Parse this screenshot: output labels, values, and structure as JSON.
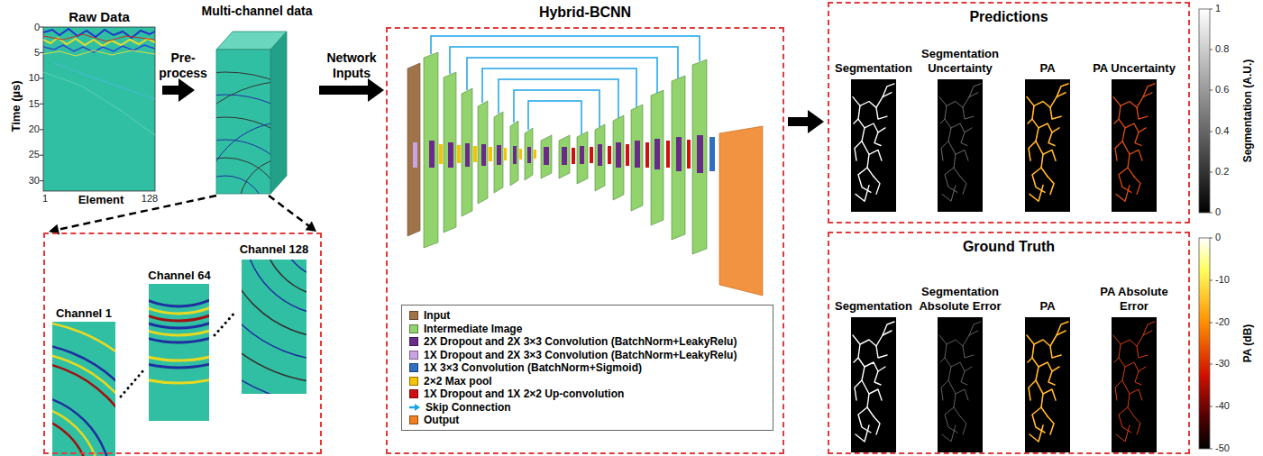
{
  "diagram": {
    "nodes": [
      {
        "text": [
          "Raw Data"
        ]
      },
      {
        "text": [
          "Multi-channel data"
        ]
      },
      {
        "text": []
      },
      {
        "text": [
          "Channel 1"
        ],
        "in": 2
      },
      {
        "text": [
          "Channel 64"
        ],
        "in": 2
      },
      {
        "text": [
          "Channel 128"
        ],
        "in": 2
      },
      {
        "text": [
          "Hybrid-BCNN"
        ]
      },
      {
        "text": [
          "Predictions"
        ]
      },
      {
        "text": [
          "Segmentation"
        ],
        "in": 7
      },
      {
        "text": [
          "Segmentation Uncertainty"
        ],
        "in": 7
      },
      {
        "text": [
          "PA"
        ],
        "in": 7
      },
      {
        "text": [
          "PA Uncertainty"
        ],
        "in": 7
      },
      {
        "text": [
          "Ground Truth"
        ]
      },
      {
        "text": [
          "Segmentation"
        ],
        "in": 12
      },
      {
        "text": [
          "Segmentation Absolute Error"
        ],
        "in": 12
      },
      {
        "text": [
          "PA"
        ],
        "in": 12
      },
      {
        "text": [
          "PA Absolute Error"
        ],
        "in": 12
      }
    ],
    "edges": [
      {
        "from": 0,
        "to": 1,
        "label": "Pre-process",
        "arrow": "to"
      },
      {
        "from": 1,
        "to": 6,
        "label": "Network Inputs",
        "arrow": "to"
      },
      {
        "from": 6,
        "to": 7,
        "arrow": "to"
      },
      {
        "from": 1,
        "to": 2,
        "arrow": "to"
      },
      {
        "from": 1,
        "to": 2,
        "arrow": "to"
      }
    ],
    "labels": [
      "Time (µs)",
      "0",
      "5",
      "10",
      "15",
      "20",
      "25",
      "30",
      "Element",
      "1",
      "128",
      "1",
      "0.8",
      "0.6",
      "0.4",
      "0.2",
      "0",
      "Segmentation (A.U.)",
      "0",
      "-10",
      "-20",
      "-30",
      "-40",
      "-50",
      "PA (dB)"
    ],
    "legend": [
      {
        "text": "Input",
        "color": "#a0744a"
      },
      {
        "text": "Intermediate Image",
        "color": "#92d36e"
      },
      {
        "text": "2X Dropout and 2X 3×3 Convolution (BatchNorm+LeakyRelu)",
        "color": "#6a2a8a"
      },
      {
        "text": "1X Dropout and 2X 3×3 Convolution (BatchNorm+LeakyRelu)",
        "color": "#c9a3e3"
      },
      {
        "text": "1X 3×3 Convolution (BatchNorm+Sigmoid)",
        "color": "#2f6fbf"
      },
      {
        "text": "2×2 Max pool",
        "color": "#f5c400"
      },
      {
        "text": "1X Dropout and 1X 2×2 Up-convolution",
        "color": "#d01010"
      },
      {
        "text": "Skip Connection"
      },
      {
        "text": "Output",
        "color": "#f08020"
      }
    ]
  }
}
